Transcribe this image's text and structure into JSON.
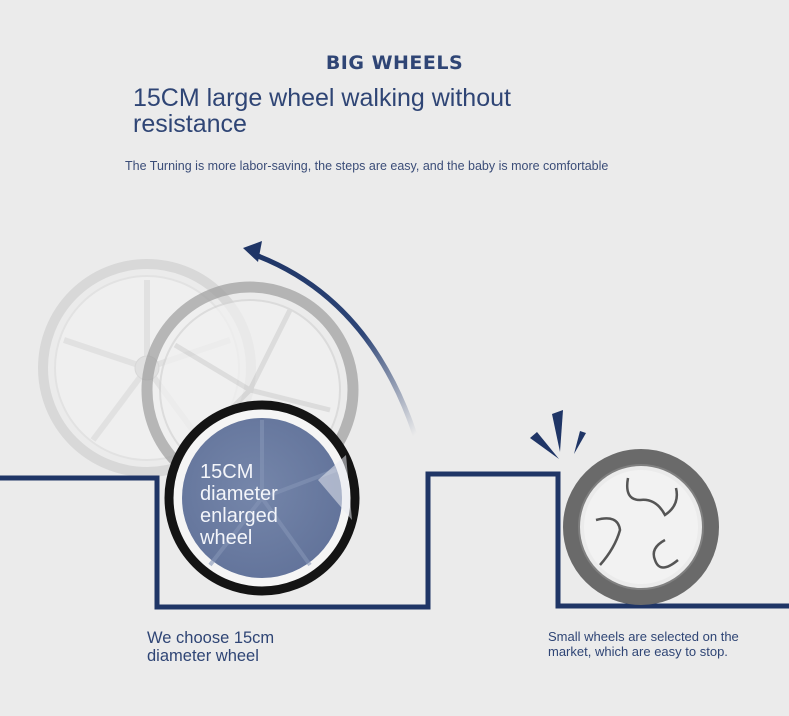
{
  "header": {
    "eyebrow": "BIG WHEELS",
    "headline": "15CM large wheel walking without resistance",
    "subline": "The Turning is more labor-saving, the steps are easy, and the baby is more comfortable"
  },
  "illustration": {
    "big_wheel_label": "15CM diameter enlarged wheel",
    "big_wheel_caption": "We choose 15cm diameter wheel",
    "small_wheel_caption": "Small wheels are selected on the market, which are easy to stop.",
    "icons": [
      "rotation-arrow-icon",
      "impact-burst-icon"
    ]
  },
  "colors": {
    "background": "#ebebeb",
    "accent_navy": "#1f3566",
    "text": "#2f4575",
    "hub_blue": "#6e7fa3",
    "tire_black": "#141414",
    "small_tire_gray": "#6a6a6a"
  }
}
